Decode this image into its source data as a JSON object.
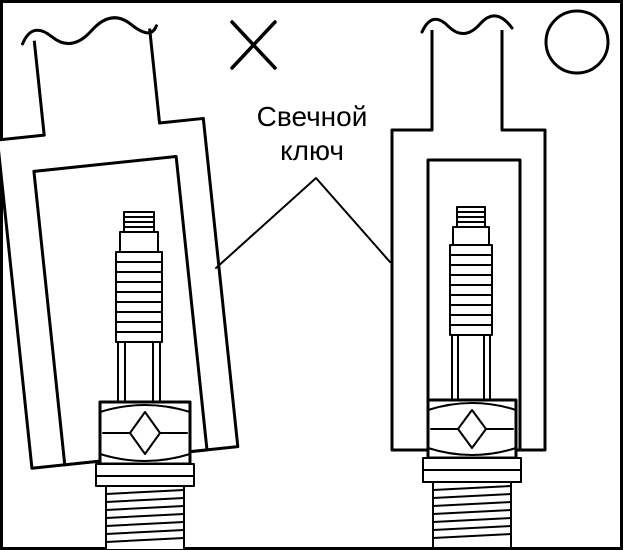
{
  "callout": {
    "line1": "Свечной",
    "line2": "ключ"
  },
  "marks": {
    "wrong_icon": "cross-mark",
    "right_icon": "circle-mark"
  },
  "colors": {
    "ink": "#000000",
    "paper": "#ffffff"
  }
}
